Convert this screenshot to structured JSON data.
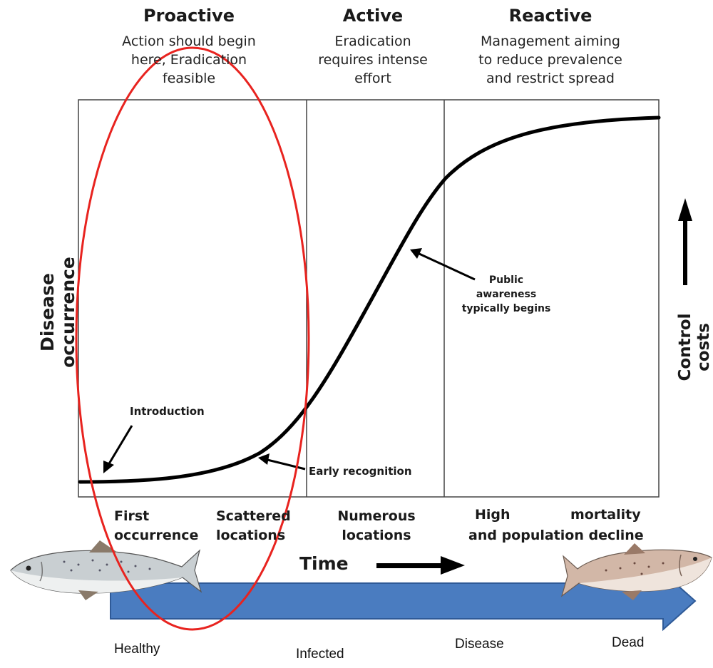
{
  "phases": [
    {
      "title": "Proactive",
      "desc_lines": [
        "Action should begin",
        "here, Eradication",
        "feasible"
      ]
    },
    {
      "title": "Active",
      "desc_lines": [
        "Eradication",
        "requires intense",
        "effort"
      ]
    },
    {
      "title": "Reactive",
      "desc_lines": [
        "Management aiming",
        "to reduce prevalence",
        "and restrict spread"
      ]
    }
  ],
  "axis": {
    "y_label": "Disease occurrence",
    "right_label": "Control costs",
    "x_label": "Time"
  },
  "annotations": {
    "introduction": "Introduction",
    "early_recognition": "Early recognition",
    "public_awareness_lines": [
      "Public",
      "awareness",
      "typically begins"
    ]
  },
  "stages": [
    {
      "lines": [
        "First",
        "occurrence"
      ]
    },
    {
      "lines": [
        "Scattered",
        "locations"
      ]
    },
    {
      "lines": [
        "Numerous",
        "locations"
      ]
    },
    {
      "lines": [
        "High",
        "mortality"
      ]
    },
    {
      "lines": [
        "and population decline"
      ]
    }
  ],
  "health_stages": [
    "Healthy",
    "Infected",
    "Disease",
    "Dead"
  ],
  "icons": {
    "healthy_fish": "salmon-healthy-icon",
    "dead_fish": "salmon-dead-icon"
  },
  "colors": {
    "curve": "#000000",
    "highlight_ellipse": "#e8231f",
    "progress_arrow": "#4a7cc0",
    "progress_arrow_border": "#2f5a97"
  }
}
